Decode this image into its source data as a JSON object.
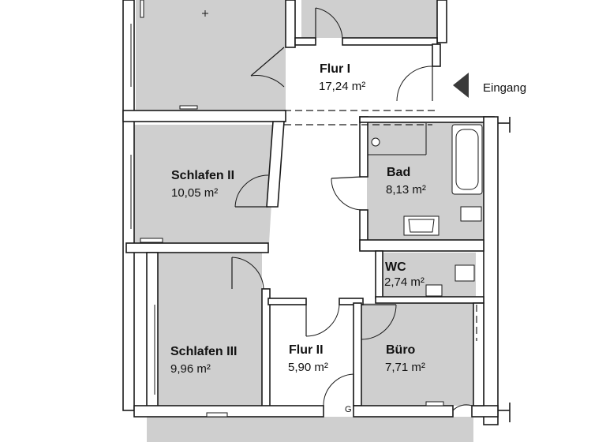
{
  "rooms": [
    {
      "id": "flur-1",
      "name": "Flur I",
      "area": "17,24 m²"
    },
    {
      "id": "schlafen-2",
      "name": "Schlafen II",
      "area": "10,05 m²"
    },
    {
      "id": "bad",
      "name": "Bad",
      "area": "8,13 m²"
    },
    {
      "id": "wc",
      "name": "WC",
      "area": "2,74 m²"
    },
    {
      "id": "schlafen-3",
      "name": "Schlafen III",
      "area": "9,96 m²"
    },
    {
      "id": "flur-2",
      "name": "Flur II",
      "area": "5,90 m²"
    },
    {
      "id": "buero",
      "name": "Büro",
      "area": "7,71 m²"
    }
  ],
  "entrance": {
    "label": "Eingang",
    "icon": "entrance-arrow-icon"
  },
  "marks": {
    "g": "G"
  },
  "colors": {
    "room": "#cfcfcf",
    "wall": "#1a1a1a",
    "hall": "#ffffff"
  }
}
